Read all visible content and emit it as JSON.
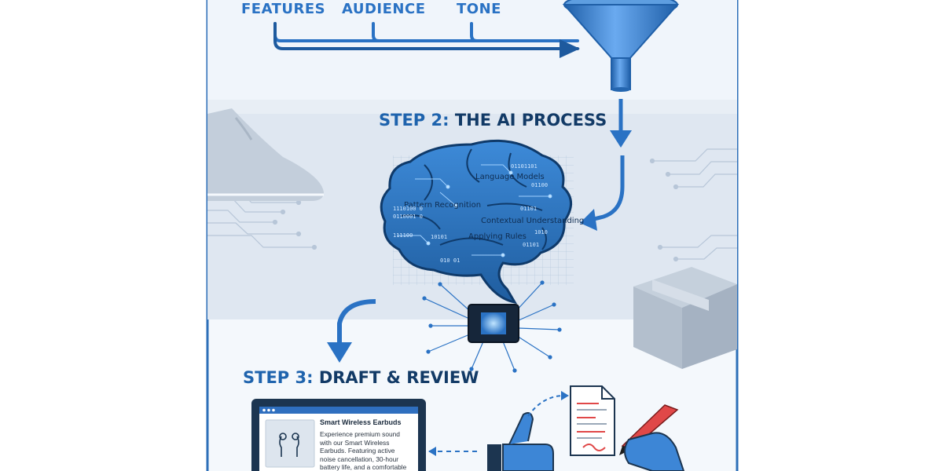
{
  "step1_inputs": [
    "FEATURES",
    "AUDIENCE",
    "TONE"
  ],
  "step2": {
    "prefix": "STEP 2:",
    "title": "THE AI PROCESS"
  },
  "brain_labels": [
    "Language Models",
    "Pattern Recognition",
    "Contextual Understanding",
    "Applying Rules"
  ],
  "step3": {
    "prefix": "STEP 3:",
    "title": "DRAFT & REVIEW"
  },
  "product": {
    "title": "Smart Wireless Earbuds",
    "description": "Experience premium sound with our Smart Wireless Earbuds. Featuring active noise cancellation, 30-hour battery life, and a comfortable fit. Perfect for workouts and daily"
  },
  "binary_snippets": [
    "01101101",
    "1110100 0",
    "0110001 0",
    "01101",
    "111100",
    "01100",
    "1010",
    "10101",
    "01101",
    "010 01"
  ],
  "colors": {
    "accent": "#2a72c4",
    "dark_navy": "#123a66",
    "panel": "#e8f0f8",
    "band": "#dfe7f1"
  },
  "icons": [
    "funnel-icon",
    "shoe-icon",
    "box-icon",
    "chip-icon",
    "laptop-icon",
    "earbuds-icon",
    "thumbs-up-icon",
    "document-icon",
    "pen-icon"
  ]
}
